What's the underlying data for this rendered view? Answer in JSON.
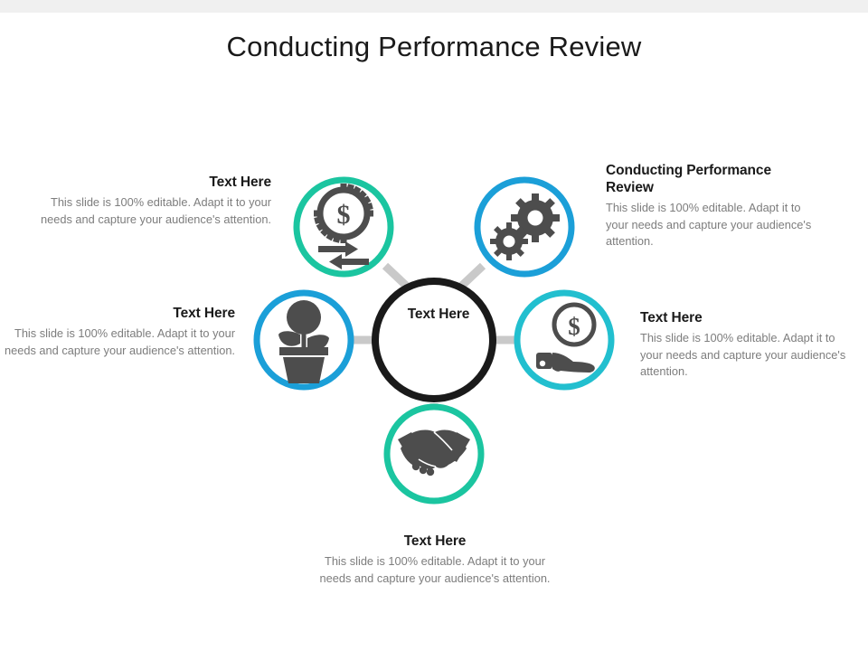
{
  "slide": {
    "title": "Conducting Performance Review",
    "background_color": "#ffffff",
    "top_band_color": "#f0f0f0"
  },
  "center": {
    "label": "Text Here",
    "ring_color": "#1a1a1a"
  },
  "body_text": "This slide is 100% editable. Adapt it to your needs and capture your audience's attention.",
  "blocks": [
    {
      "id": "top-left",
      "heading": "Text Here",
      "body": "This slide is 100% editable. Adapt it to your needs and capture your audience's attention.",
      "align": "right"
    },
    {
      "id": "top-right",
      "heading": "Conducting Performance Review",
      "body": "This slide is 100% editable. Adapt it to your needs and capture your audience's attention.",
      "align": "left"
    },
    {
      "id": "middle-left",
      "heading": "Text Here",
      "body": "This slide is 100% editable. Adapt it to your needs and capture your audience's attention.",
      "align": "right"
    },
    {
      "id": "middle-right",
      "heading": "Text Here",
      "body": "This slide is 100% editable. Adapt it to your needs and capture your audience's attention.",
      "align": "left"
    },
    {
      "id": "bottom-center",
      "heading": "Text Here",
      "body": "This slide is 100% editable. Adapt it to your needs and capture your audience's attention.",
      "align": "center"
    }
  ],
  "nodes": [
    {
      "id": "node-top-left",
      "icon": "dollar-gear-exchange-icon",
      "ring_color": "#1bc5a0"
    },
    {
      "id": "node-top-right",
      "icon": "gears-icon",
      "ring_color": "#1b9fd8"
    },
    {
      "id": "node-middle-left",
      "icon": "potted-plant-icon",
      "ring_color": "#1b9fd8"
    },
    {
      "id": "node-middle-right",
      "icon": "hand-holding-dollar-icon",
      "ring_color": "#22bfcf"
    },
    {
      "id": "node-bottom",
      "icon": "handshake-icon",
      "ring_color": "#1bc5a0"
    }
  ],
  "colors": {
    "icon_fill": "#4d4d4d",
    "connector": "#c9c9c9",
    "heading_text": "#1a1a1a",
    "body_text": "#7d7d7d",
    "green": "#1bc5a0",
    "blue": "#1b9fd8",
    "cyan": "#22bfcf",
    "black": "#1a1a1a"
  }
}
